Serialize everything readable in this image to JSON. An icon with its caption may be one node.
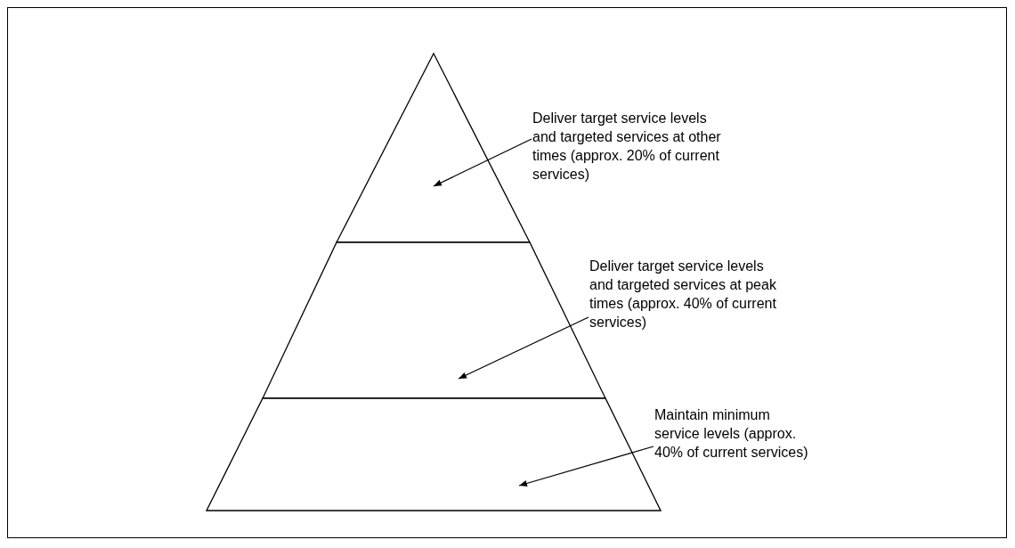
{
  "diagram": {
    "nodes": [
      {
        "text": [],
        "shape": "triangle"
      },
      {
        "text": [
          "Deliver target service levels and targeted services at other times (approx. 20% of current services)"
        ]
      },
      {
        "text": [],
        "shape": "trapezoid"
      },
      {
        "text": [
          "Deliver target service levels and targeted services at peak times (approx. 40% of current services)"
        ]
      },
      {
        "text": [],
        "shape": "trapezoid"
      },
      {
        "text": [
          "Maintain minimum service levels (approx. 40% of current services)"
        ]
      }
    ],
    "edges": [
      {
        "from": 1,
        "to": 0,
        "arrow": "to"
      },
      {
        "from": 3,
        "to": 2,
        "arrow": "to"
      },
      {
        "from": 5,
        "to": 4,
        "arrow": "to"
      }
    ]
  }
}
